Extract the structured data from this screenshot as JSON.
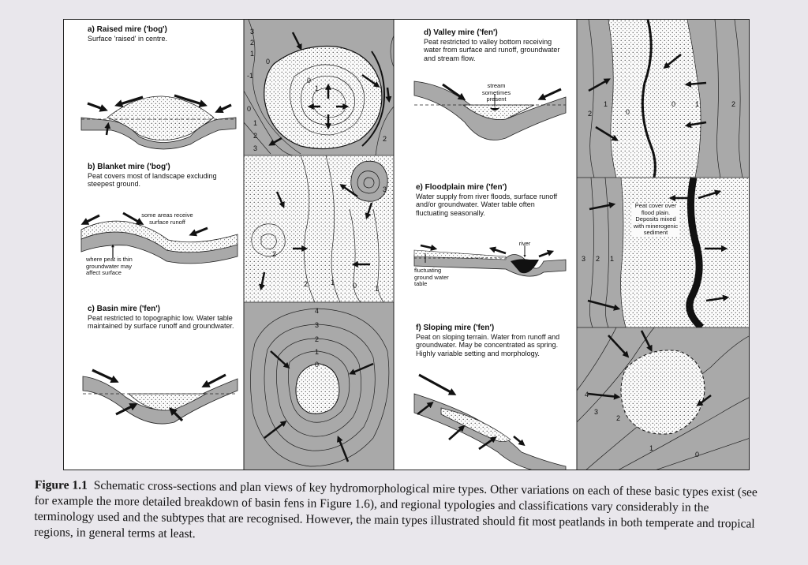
{
  "panels": {
    "a": {
      "title": "a) Raised mire ('bog')",
      "desc": "Surface 'raised' in centre."
    },
    "b": {
      "title": "b) Blanket mire ('bog')",
      "desc": "Peat covers most of landscape excluding steepest ground.",
      "label_runoff": "some areas receive surface runoff",
      "label_groundwater": "where peat is thin groundwater may affect surface"
    },
    "c": {
      "title": "c) Basin mire ('fen')",
      "desc": "Peat restricted to topographic low. Water table maintained by surface runoff and groundwater."
    },
    "d": {
      "title": "d) Valley mire ('fen')",
      "desc": "Peat restricted to valley bottom receiving water from surface and runoff, groundwater and stream flow.",
      "label_stream": "stream sometimes present"
    },
    "e": {
      "title": "e) Floodplain mire ('fen')",
      "desc": "Water supply from river floods, surface runoff and/or groundwater. Water table often fluctuating seasonally.",
      "label_river": "river",
      "label_fluctuating": "fluctuating ground water table",
      "label_peat_cover": "Peat cover over flood plain. Deposits mixed with minerogenic sediment"
    },
    "f": {
      "title": "f) Sloping mire ('fen')",
      "desc": "Peat on sloping terrain. Water from runoff and groundwater. May be concentrated as spring. Highly variable setting and morphology."
    }
  },
  "contour_labels": {
    "a": [
      "3",
      "2",
      "1",
      "0",
      "-1",
      "0",
      "1",
      "2",
      "3",
      "0",
      "1",
      "2"
    ],
    "b": [
      "3",
      "2",
      "1",
      "0",
      "1",
      "2"
    ],
    "c": [
      "4",
      "3",
      "2",
      "1",
      "0"
    ],
    "d": [
      "2",
      "1",
      "0",
      "0",
      "1",
      "2"
    ],
    "e": [
      "3",
      "2",
      "1"
    ],
    "f": [
      "4",
      "3",
      "2",
      "1",
      "0"
    ]
  },
  "caption": {
    "label": "Figure 1.1",
    "text": "Schematic cross-sections and plan views of key hydromorphological mire types. Other variations on each of these basic types exist (see for example the more detailed breakdown of basin fens in Figure 1.6), and regional typologies and classifications vary considerably in the terminology used and the subtypes that are recognised. However, the main types illustrated should fit most peatlands in both temperate and tropical regions, in general terms at least."
  },
  "colors": {
    "mineral": "#a9a9a9",
    "peat": "#fbfbfb",
    "ink": "#111111",
    "background": "#e9e7ec"
  }
}
